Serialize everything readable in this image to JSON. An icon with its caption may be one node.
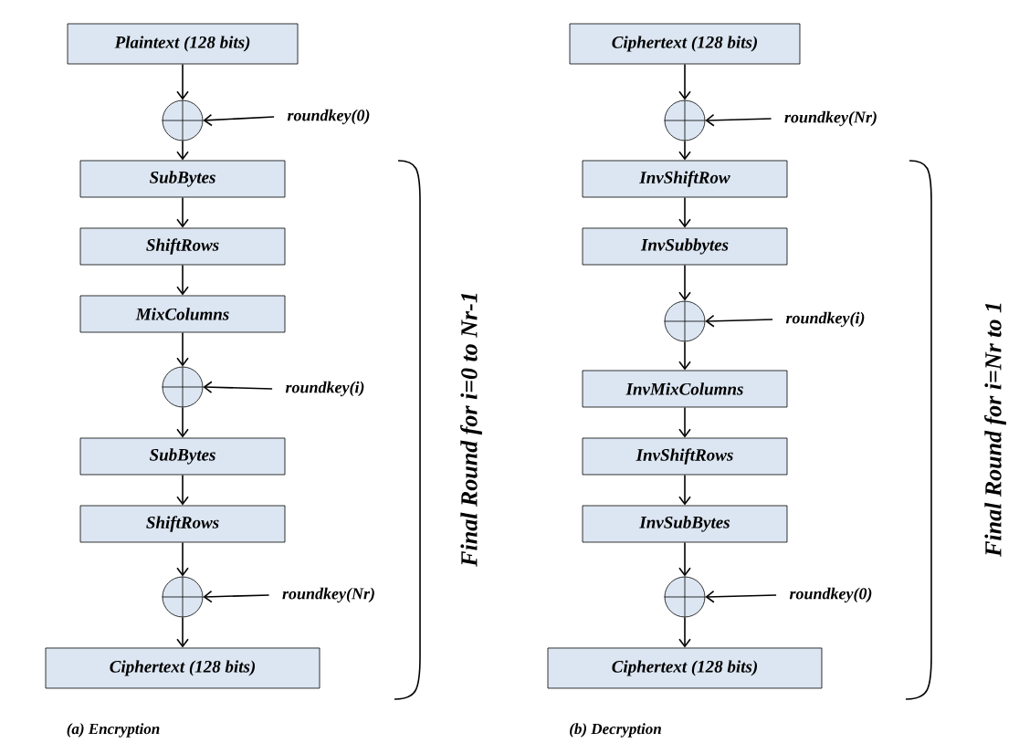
{
  "diagram": {
    "nodes": [
      {
        "text": [
          "Plaintext (128 bits)"
        ]
      },
      {
        "text": [],
        "shape": "circle"
      },
      {
        "text": [
          "roundkey(0)"
        ]
      },
      {
        "text": [
          "SubBytes"
        ]
      },
      {
        "text": [
          "ShiftRows"
        ]
      },
      {
        "text": [
          "MixColumns"
        ]
      },
      {
        "text": [],
        "shape": "circle"
      },
      {
        "text": [
          "roundkey(i)"
        ]
      },
      {
        "text": [
          "SubBytes"
        ]
      },
      {
        "text": [
          "ShiftRows"
        ]
      },
      {
        "text": [],
        "shape": "circle"
      },
      {
        "text": [
          "roundkey(Nr)"
        ]
      },
      {
        "text": [
          "Ciphertext (128 bits)"
        ]
      },
      {
        "text": [
          "Ciphertext (128 bits)"
        ]
      },
      {
        "text": [],
        "shape": "circle"
      },
      {
        "text": [
          "roundkey(Nr)"
        ]
      },
      {
        "text": [
          "InvShiftRow"
        ]
      },
      {
        "text": [
          "InvSubbytes"
        ]
      },
      {
        "text": [],
        "shape": "circle"
      },
      {
        "text": [
          "roundkey(i)"
        ]
      },
      {
        "text": [
          "InvMixColumns"
        ]
      },
      {
        "text": [
          "InvShiftRows"
        ]
      },
      {
        "text": [
          "InvSubBytes"
        ]
      },
      {
        "text": [],
        "shape": "circle"
      },
      {
        "text": [
          "roundkey(0)"
        ]
      },
      {
        "text": [
          "Ciphertext (128 bits)"
        ]
      }
    ],
    "edges": [
      {
        "from": 0,
        "to": 1,
        "arrow": "to"
      },
      {
        "from": 2,
        "to": 1,
        "arrow": "to"
      },
      {
        "from": 1,
        "to": 3,
        "arrow": "to"
      },
      {
        "from": 3,
        "to": 4,
        "arrow": "to"
      },
      {
        "from": 4,
        "to": 5,
        "arrow": "to"
      },
      {
        "from": 5,
        "to": 6,
        "arrow": "to"
      },
      {
        "from": 7,
        "to": 6,
        "arrow": "to"
      },
      {
        "from": 6,
        "to": 8,
        "arrow": "to"
      },
      {
        "from": 8,
        "to": 9,
        "arrow": "to"
      },
      {
        "from": 9,
        "to": 10,
        "arrow": "to"
      },
      {
        "from": 11,
        "to": 10,
        "arrow": "to"
      },
      {
        "from": 10,
        "to": 12,
        "arrow": "to"
      },
      {
        "from": 13,
        "to": 14,
        "arrow": "to"
      },
      {
        "from": 15,
        "to": 14,
        "arrow": "to"
      },
      {
        "from": 14,
        "to": 16,
        "arrow": "to"
      },
      {
        "from": 16,
        "to": 17,
        "arrow": "to"
      },
      {
        "from": 17,
        "to": 18,
        "arrow": "to"
      },
      {
        "from": 19,
        "to": 18,
        "arrow": "to"
      },
      {
        "from": 18,
        "to": 20,
        "arrow": "to"
      },
      {
        "from": 20,
        "to": 21,
        "arrow": "to"
      },
      {
        "from": 21,
        "to": 22,
        "arrow": "to"
      },
      {
        "from": 22,
        "to": 23,
        "arrow": "to"
      },
      {
        "from": 24,
        "to": 23,
        "arrow": "to"
      },
      {
        "from": 23,
        "to": 25,
        "arrow": "to"
      }
    ],
    "labels": [
      "Final Round for i=0 to Nr-1",
      "Final Round for i=Nr to 1",
      "(a) Encryption",
      "(b) Decryption"
    ]
  }
}
